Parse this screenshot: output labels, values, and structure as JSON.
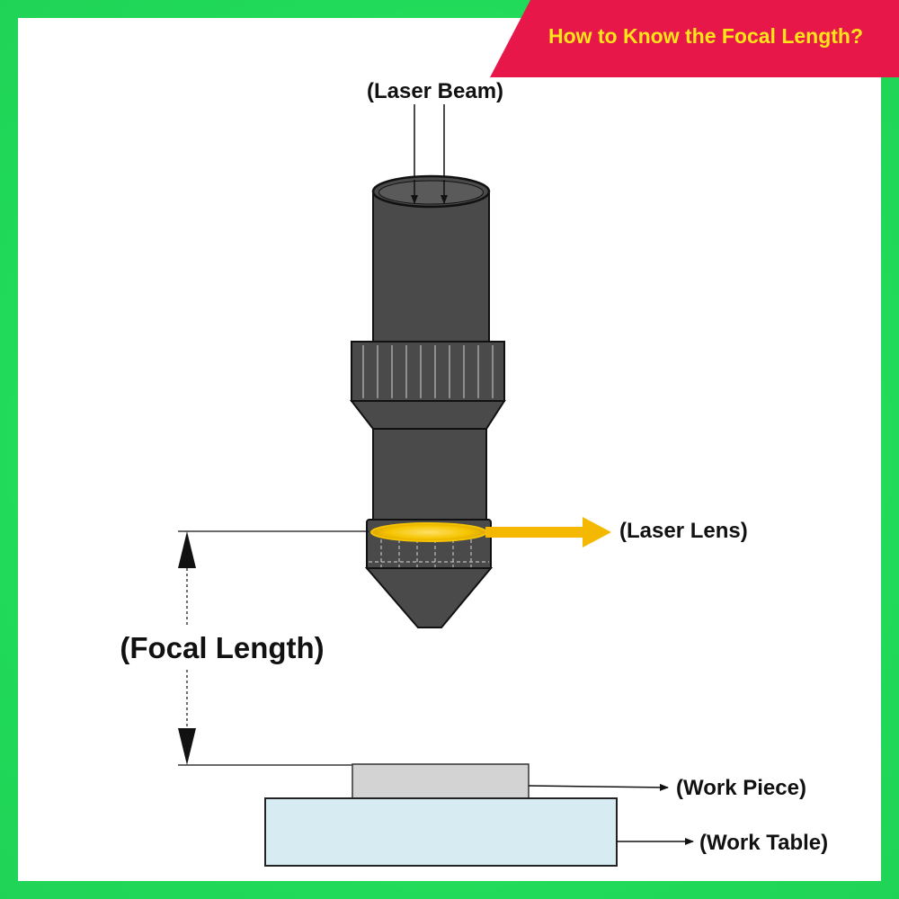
{
  "banner": {
    "text": "How to Know the Focal Length?",
    "background_color": "#e8174a",
    "text_color": "#ffe41a"
  },
  "frame_color": "#22dd5a",
  "labels": {
    "laser_beam": "(Laser Beam)",
    "laser_lens": "(Laser Lens)",
    "focal_length": "(Focal Length)",
    "work_piece": "(Work Piece)",
    "work_table": "(Work Table)"
  },
  "colors": {
    "nozzle": "#4a4a4a",
    "lens_highlight": "#f5c400",
    "work_piece": "#d3d3d3",
    "work_table": "#d6ecf2"
  }
}
